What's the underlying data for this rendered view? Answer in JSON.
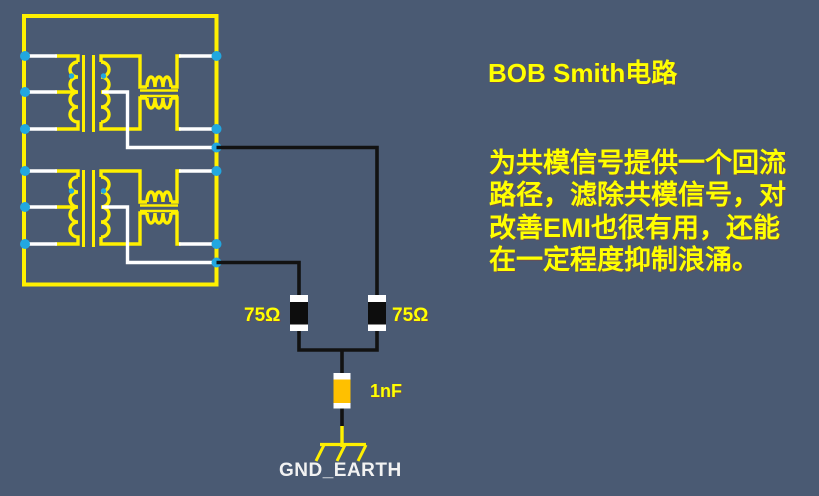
{
  "slide": {
    "background_color": "#4A5A73"
  },
  "title": "BOB Smith电路",
  "description_lines": [
    "为共模信号提供一个回流",
    "路径，滤除共模信号，对",
    "改善EMI也很有用，还能",
    "在一定程度抑制浪涌。"
  ],
  "circuit": {
    "resistor_left_label": "75Ω",
    "resistor_right_label": "75Ω",
    "capacitor_label": "1nF",
    "ground_label": "GND_EARTH",
    "colors": {
      "trace_yellow": "#FFF000",
      "wire_white": "#FFFFFF",
      "wire_black": "#121212",
      "node_blue": "#22A7E0",
      "capacitor_orange": "#FFC000",
      "resistor_black": "#0D0D0D",
      "label_yellow": "#FFFF00",
      "label_white": "#F2F2F2"
    }
  }
}
